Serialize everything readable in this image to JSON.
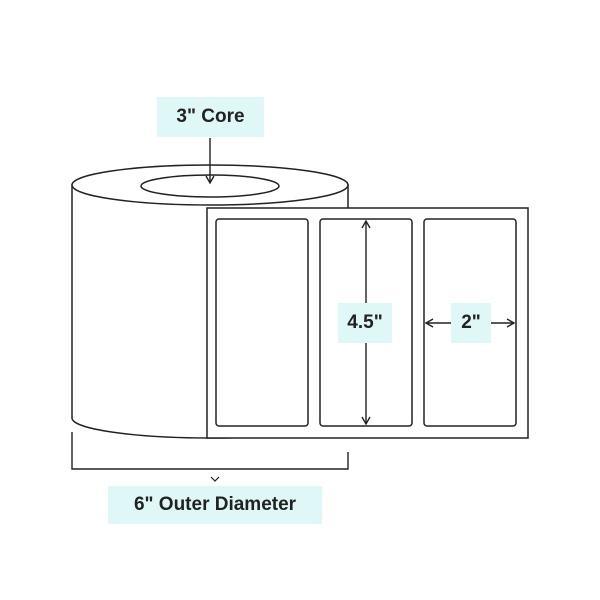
{
  "labels": {
    "core": "3\" Core",
    "label_height": "4.5\"",
    "label_width": "2\"",
    "outer_diameter": "6\" Outer Diameter"
  },
  "colors": {
    "callout_background": "#dff7f7",
    "line": "#222222",
    "roll_fill": "#ffffff",
    "text": "#222222"
  },
  "icons": {
    "arrow": "arrow-icon",
    "bracket": "bracket-icon"
  }
}
